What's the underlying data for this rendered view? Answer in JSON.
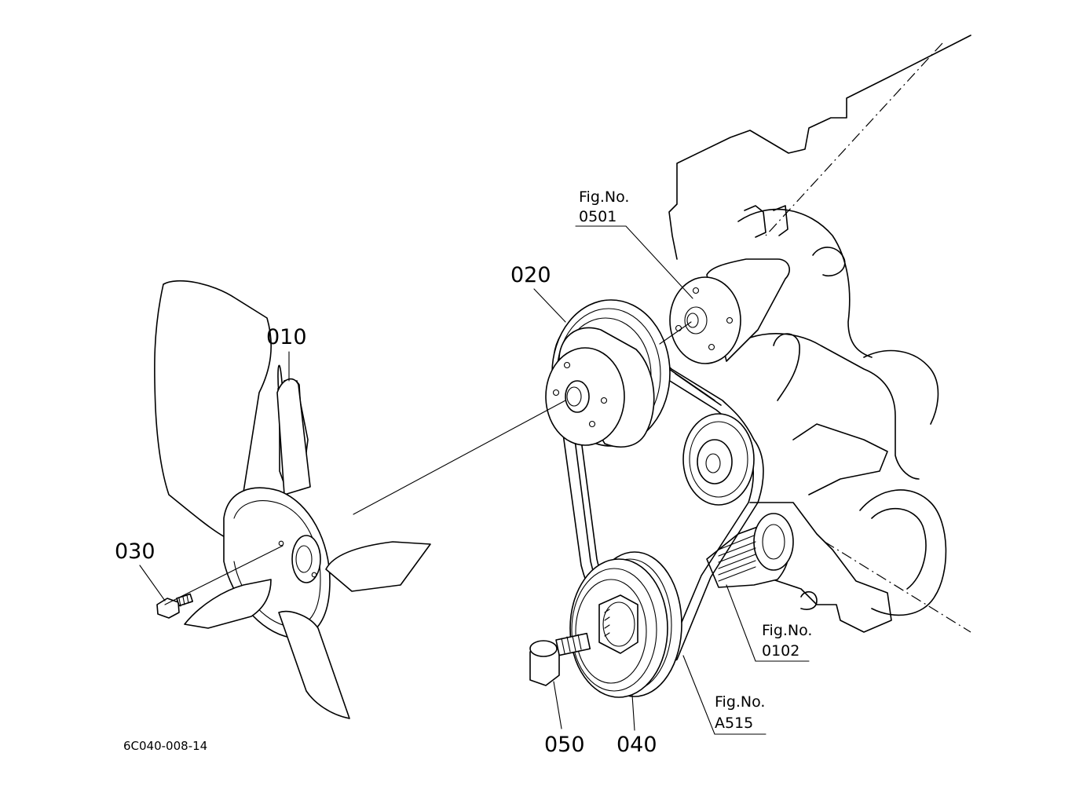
{
  "diagram": {
    "labels": {
      "p010": "010",
      "p020": "020",
      "p030": "030",
      "p040": "040",
      "p050": "050"
    },
    "figure_refs": {
      "fig0501": {
        "title": "Fig.No.",
        "number": "0501"
      },
      "fig0102": {
        "title": "Fig.No.",
        "number": "0102"
      },
      "figA515": {
        "title": "Fig.No.",
        "number": "A515"
      }
    },
    "drawing_code": "6C040-008-14"
  },
  "colors": {
    "line": "#000000",
    "background": "#ffffff"
  }
}
